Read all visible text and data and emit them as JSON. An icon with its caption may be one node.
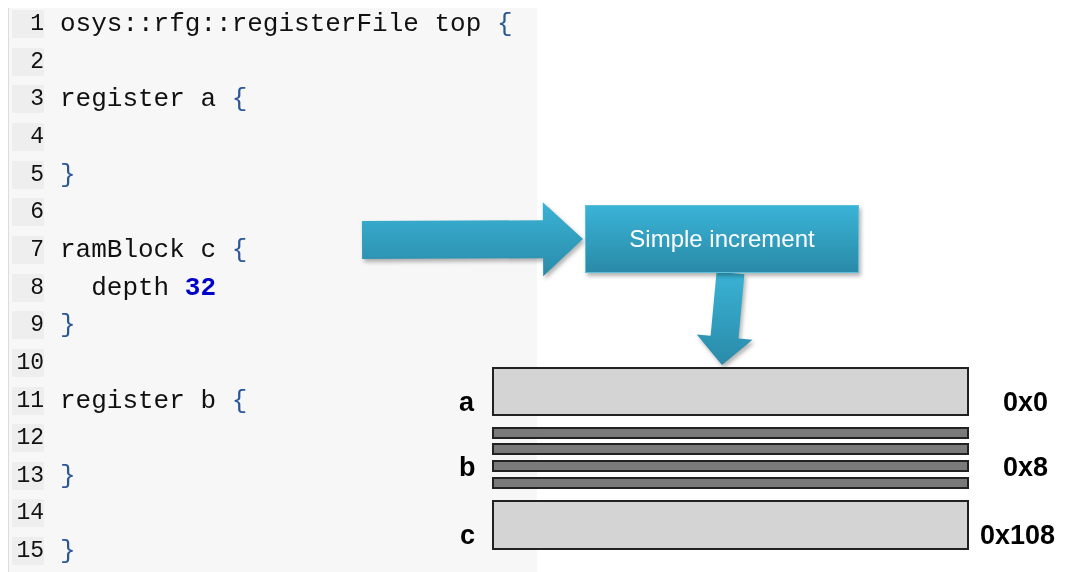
{
  "diagram": {
    "nodes": [
      {
        "text": [
          "Simple increment"
        ]
      },
      {
        "text": [],
        "shape": "bar"
      },
      {
        "text": [],
        "shape": "bar"
      },
      {
        "text": [],
        "shape": "bar"
      },
      {
        "text": [],
        "shape": "bar"
      },
      {
        "text": [],
        "shape": "bar"
      },
      {
        "text": [],
        "shape": "bar"
      }
    ],
    "edges": [
      {
        "from": null,
        "to": 0,
        "arrow": "to"
      },
      {
        "from": 0,
        "to": 1,
        "arrow": "to"
      }
    ],
    "labels": [
      "1",
      "osys::rfg::registerFile top {",
      "2",
      "3",
      "register a {",
      "4",
      "5",
      "}",
      "6",
      "7",
      "ramBlock c {",
      "8",
      "depth 32",
      "9",
      "}",
      "10",
      "11",
      "register b {",
      "12",
      "13",
      "}",
      "14",
      "15",
      "}",
      "a",
      "0x0",
      "b",
      "0x8",
      "c",
      "0x108"
    ]
  }
}
